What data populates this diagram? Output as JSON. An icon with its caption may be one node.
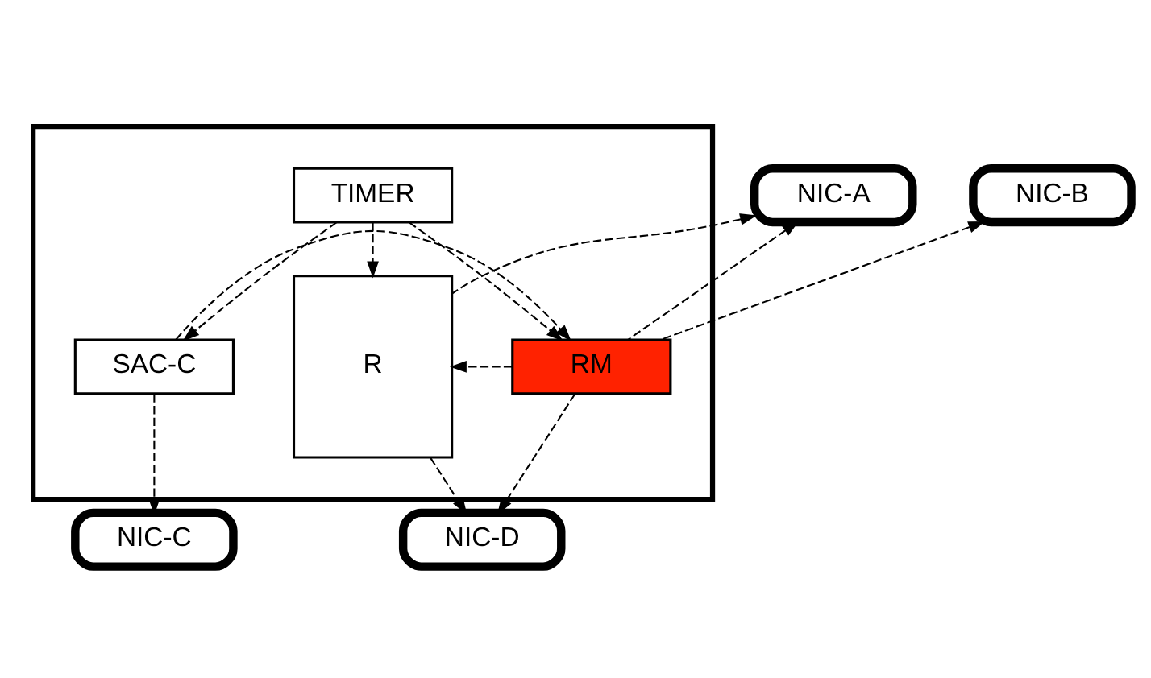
{
  "diagram": {
    "nodes": [
      {
        "text": [],
        "shape": "box"
      },
      {
        "text": [
          "NIC-A"
        ]
      },
      {
        "text": [
          "NIC-B"
        ]
      },
      {
        "text": [
          "TIMER"
        ],
        "in": 0
      },
      {
        "text": [
          "SAC-C"
        ],
        "in": 0
      },
      {
        "text": [
          "RM"
        ],
        "in": 0
      },
      {
        "text": [
          "R"
        ],
        "in": 0
      },
      {
        "text": [
          "NIC-C"
        ]
      },
      {
        "text": [
          "NIC-D"
        ]
      }
    ],
    "edges": [
      {
        "from": 3,
        "to": 4,
        "arrow": "to",
        "style": "dashed"
      },
      {
        "from": 3,
        "to": 6,
        "arrow": "to",
        "style": "dashed"
      },
      {
        "from": 3,
        "to": 5,
        "arrow": "to",
        "style": "dashed"
      },
      {
        "from": 4,
        "to": 5,
        "arrow": "to",
        "style": "dashed"
      },
      {
        "from": 4,
        "to": 7,
        "arrow": "to",
        "style": "dashed"
      },
      {
        "from": 5,
        "to": 6,
        "arrow": "to",
        "style": "dashed"
      },
      {
        "from": 5,
        "to": 1,
        "arrow": "to",
        "style": "dashed"
      },
      {
        "from": 5,
        "to": 2,
        "arrow": "to",
        "style": "dashed"
      },
      {
        "from": 5,
        "to": 8,
        "arrow": "to",
        "style": "dashed"
      },
      {
        "from": 6,
        "to": 1,
        "arrow": "to",
        "style": "dashed"
      },
      {
        "from": 6,
        "to": 8,
        "arrow": "to",
        "style": "dashed"
      }
    ]
  }
}
